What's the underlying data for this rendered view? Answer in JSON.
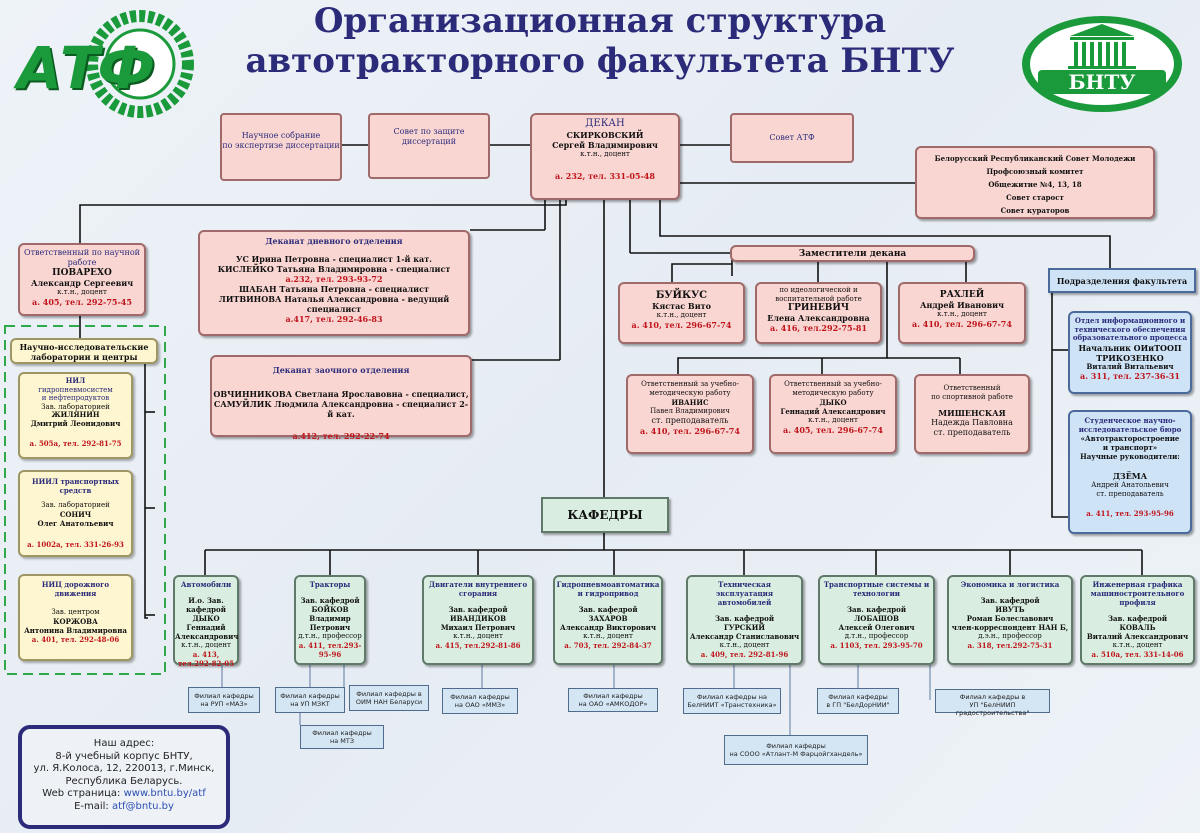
{
  "header": {
    "title_line1": "Организационная структура",
    "title_line2": "автотракторного  факультета  БНТУ",
    "atf_logo_text": "АТФ",
    "bntu_logo_text": "БНТУ"
  },
  "top": {
    "nauchnoe": {
      "line1": "Научное собрание",
      "line2": "по экспертизе диссертации"
    },
    "sovet_zashite": {
      "line1": "Совет по защите",
      "line2": "диссертаций"
    },
    "sovet_atf": "Совет АТФ",
    "dean": {
      "title": "ДЕКАН",
      "surname": "СКИРКОВСКИЙ",
      "name": "Сергей Владимирович",
      "degree": "к.т.н., доцент",
      "contact": "а. 232, тел. 331-05-48"
    },
    "youth": [
      "Белорусский Республиканский Совет Молодежи",
      "Профсоюзный комитет",
      "Общежитие №4, 13, 18",
      "Совет старост",
      "Совет кураторов"
    ]
  },
  "left": {
    "research_resp": {
      "line1": "Ответственный по научной",
      "line2": "работе",
      "surname": "ПОВАРЕХО",
      "name": "Александр Сергеевич",
      "degree": "к.т.н., доцент",
      "contact": "а. 405,  тел. 292-75-45"
    },
    "labs_header": {
      "line1": "Научно-исследовательские",
      "line2": "лаборатории и центры"
    },
    "labs": [
      {
        "t1": "НИЛ",
        "t2": "гидропневмосистем",
        "t3": "и нефтепродуктов",
        "role": "Зав. лабораторией",
        "surname": "ЖИЛЯНИН",
        "name": "Дмитрий Леонидович",
        "contact": "а. 505а,  тел. 292-81-75"
      },
      {
        "t1": "НИИЛ транспортных",
        "t2": "средств",
        "role": "Зав. лабораторией",
        "surname": "СОНИЧ",
        "name": "Олег Анатольевич",
        "contact": "а. 1002а, тел. 331-26-93"
      },
      {
        "t1": "НИЦ дорожного",
        "t2": "движения",
        "role": "Зав. центром",
        "surname": "КОРЖОВА",
        "name": "Антонина Владимировна",
        "contact": "а. 401, тел. 292-48-06"
      }
    ]
  },
  "deanery_day": {
    "title": "Деканат дневного отделения",
    "l1": "УС Ирина Петровна - специалист 1-й кат.",
    "l2": "КИСЛЕЙКО Татьяна Владимировна - специалист",
    "c1": "а.232, тел. 293-93-72",
    "l3": "ШАБАН Татьяна Петровна - специалист",
    "l4": "ЛИТВИНОВА Наталья Александровна - ведущий",
    "l5": "специалист",
    "c2": "а.417, тел. 292-46-83"
  },
  "deanery_evening": {
    "title": "Деканат заочного отделения",
    "l1": "ОВЧИННИКОВА Светлана Ярославовна - специалист,",
    "l2": "САМУЙЛИК Людмила Александровна - специалист 2-й кат.",
    "c1": "а.412, тел. 292-22-74"
  },
  "deputies": {
    "header": "Заместители декана",
    "items": [
      {
        "surname": "БУЙКУС",
        "name": "Кястас Вито",
        "degree": "к.т.н., доцент",
        "contact": "а. 410, тел. 296-67-74"
      },
      {
        "pre1": "по идеологической и",
        "pre2": "воспитательной работе",
        "surname": "ГРИНЕВИЧ",
        "name": "Елена Александровна",
        "contact": "а. 416, тел.292-75-81"
      },
      {
        "surname": "РАХЛЕЙ",
        "name": "Андрей Иванович",
        "degree": "к.т.н., доцент",
        "contact": "а. 410, тел. 296-67-74"
      }
    ],
    "responsible": [
      {
        "pre1": "Ответственный за учебно-",
        "pre2": "методическую работу",
        "surname": "ИВАНИС",
        "name": "Павел Владимирович",
        "degree": "ст. преподаватель",
        "contact": "а. 410, тел. 296-67-74"
      },
      {
        "pre1": "Ответственный за учебно-",
        "pre2": "методическую работу",
        "surname": "ДЫКО",
        "name": "Геннадий Александрович",
        "degree": "к.т.н., доцент",
        "contact": "а. 405, тел. 296-67-74"
      },
      {
        "pre1": "Ответственный",
        "pre2": "по спортивной работе",
        "surname": "МИШЕНСКАЯ",
        "name": "Надежда Павловна",
        "degree": "ст. преподаватель"
      }
    ]
  },
  "divisions": {
    "header": "Подразделения факультета",
    "otdel": {
      "l1": "Отдел  информационного  и",
      "l2": "технического   обеспечения",
      "l3": "образовательного процесса",
      "l4": "Начальник ОИиТООП",
      "surname": "ТРИКОЗЕНКО",
      "name": "Виталий Витальевич",
      "contact": "а. 311, тел. 237-36-31"
    },
    "bureau": {
      "l1": "Студенческое научно-",
      "l2": "исследовательское бюро",
      "l3": "«Автотракторостроение",
      "l4": "и транспорт»",
      "l5": "Научные руководители:",
      "surname": "ДЗЁМА",
      "name": "Андрей Анатольевич",
      "degree": "ст. преподаватель",
      "contact": "а. 411, тел. 293-95-96"
    }
  },
  "kafedry_header": "КАФЕДРЫ",
  "departments": [
    {
      "t1": "Автомобили",
      "t2": "",
      "role": "И.о. Зав. кафедрой",
      "surname": "ДЫКО",
      "name": "Геннадий",
      "name2": "Александрович",
      "degree": "к.т.н., доцент",
      "contact": "а. 413, тел.292-82-05"
    },
    {
      "t1": "Тракторы",
      "t2": "",
      "role": "Зав. кафедрой",
      "surname": "БОЙКОВ",
      "name": "Владимир Петрович",
      "name2": "",
      "degree": "д.т.н., профессор",
      "contact": "а. 411, тел.293-95-96"
    },
    {
      "t1": "Двигатели внутреннего",
      "t2": "сгорания",
      "role": "Зав. кафедрой",
      "surname": "ИВАНДИКОВ",
      "name": "Михаил Петрович",
      "name2": "",
      "degree": "к.т.н., доцент",
      "contact": "а. 415, тел.292-81-86"
    },
    {
      "t1": "Гидропневмоавтоматика",
      "t2": "и гидропривод",
      "role": "Зав. кафедрой",
      "surname": "ЗАХАРОВ",
      "name": "Александр Викторович",
      "name2": "",
      "degree": "к.т.н., доцент",
      "contact": "а. 703, тел. 292-84-37"
    },
    {
      "t1": "Техническая",
      "t2": "эксплуатация автомобилей",
      "role": "Зав. кафедрой",
      "surname": "ГУРСКИЙ",
      "name": "Александр Станиславович",
      "name2": "",
      "degree": "к.т.н., доцент",
      "contact": "а. 409, тел. 292-81-96"
    },
    {
      "t1": "Транспортные системы и",
      "t2": "технологии",
      "role": "Зав. кафедрой",
      "surname": "ЛОБАШОВ",
      "name": "Алексей Олегович",
      "name2": "",
      "degree": "д.т.н., профессор",
      "contact": "а. 1103, тел. 293-95-70"
    },
    {
      "t1": "Экономика и логистика",
      "t2": "",
      "role": "Зав. кафедрой",
      "surname": "ИВУТЬ",
      "name": "Роман Болеславович",
      "name2": "член-корреспондент НАН Б,",
      "degree": "д.э.н., профессор",
      "contact": "а. 318, тел.292-75-31"
    },
    {
      "t1": "Инженерная графика",
      "t2": "машиностроительного",
      "t3": "профиля",
      "role": "Зав. кафедрой",
      "surname": "КОВАЛЬ",
      "name": "Виталий Александрович",
      "name2": "",
      "degree": "к.т.н., доцент",
      "contact": "а. 510а, тел. 331-14-06"
    }
  ],
  "filials": [
    {
      "l1": "Филиал кафедры",
      "l2": "на РУП «МАЗ»"
    },
    {
      "l1": "Филиал кафедры",
      "l2": "на УП МЗКТ"
    },
    {
      "l1": "Филиал кафедры в",
      "l2": "ОИМ НАН Беларуси"
    },
    {
      "l1": "Филиал кафедры",
      "l2": "на МТЗ"
    },
    {
      "l1": "Филиал кафедры",
      "l2": "на ОАО «ММЗ»"
    },
    {
      "l1": "Филиал кафедры",
      "l2": "на ОАО «АМКОДОР»"
    },
    {
      "l1": "Филиал кафедры на",
      "l2": "БелНИИТ «Транстехника»"
    },
    {
      "l1": "Филиал кафедры",
      "l2": "на  СООО «Атлант-М Фарцойгхандель»"
    },
    {
      "l1": "Филиал кафедры",
      "l2": "в ГП \"БелДорНИИ\""
    },
    {
      "l1": "Филиал кафедры в",
      "l2": "УП \"БелНИИП градостроительства\""
    }
  ],
  "address": {
    "l1": "Наш адрес:",
    "l2": "8-й учебный корпус БНТУ,",
    "l3": "ул. Я.Колоса, 12, 220013, г.Минск,",
    "l4": "Республика Беларусь.",
    "web_label": "Web страница: ",
    "web": "www.bntu.by/atf",
    "email_label": "E-mail: ",
    "email": "atf@bntu.by"
  },
  "colors": {
    "title": "#2b2b7a",
    "pink": "#f9d6d2",
    "yellow": "#fdf6d0",
    "green": "#d9eee0",
    "blue": "#cfe3f7",
    "logo_green": "#1a9a3a",
    "red_text": "#c0141b"
  }
}
